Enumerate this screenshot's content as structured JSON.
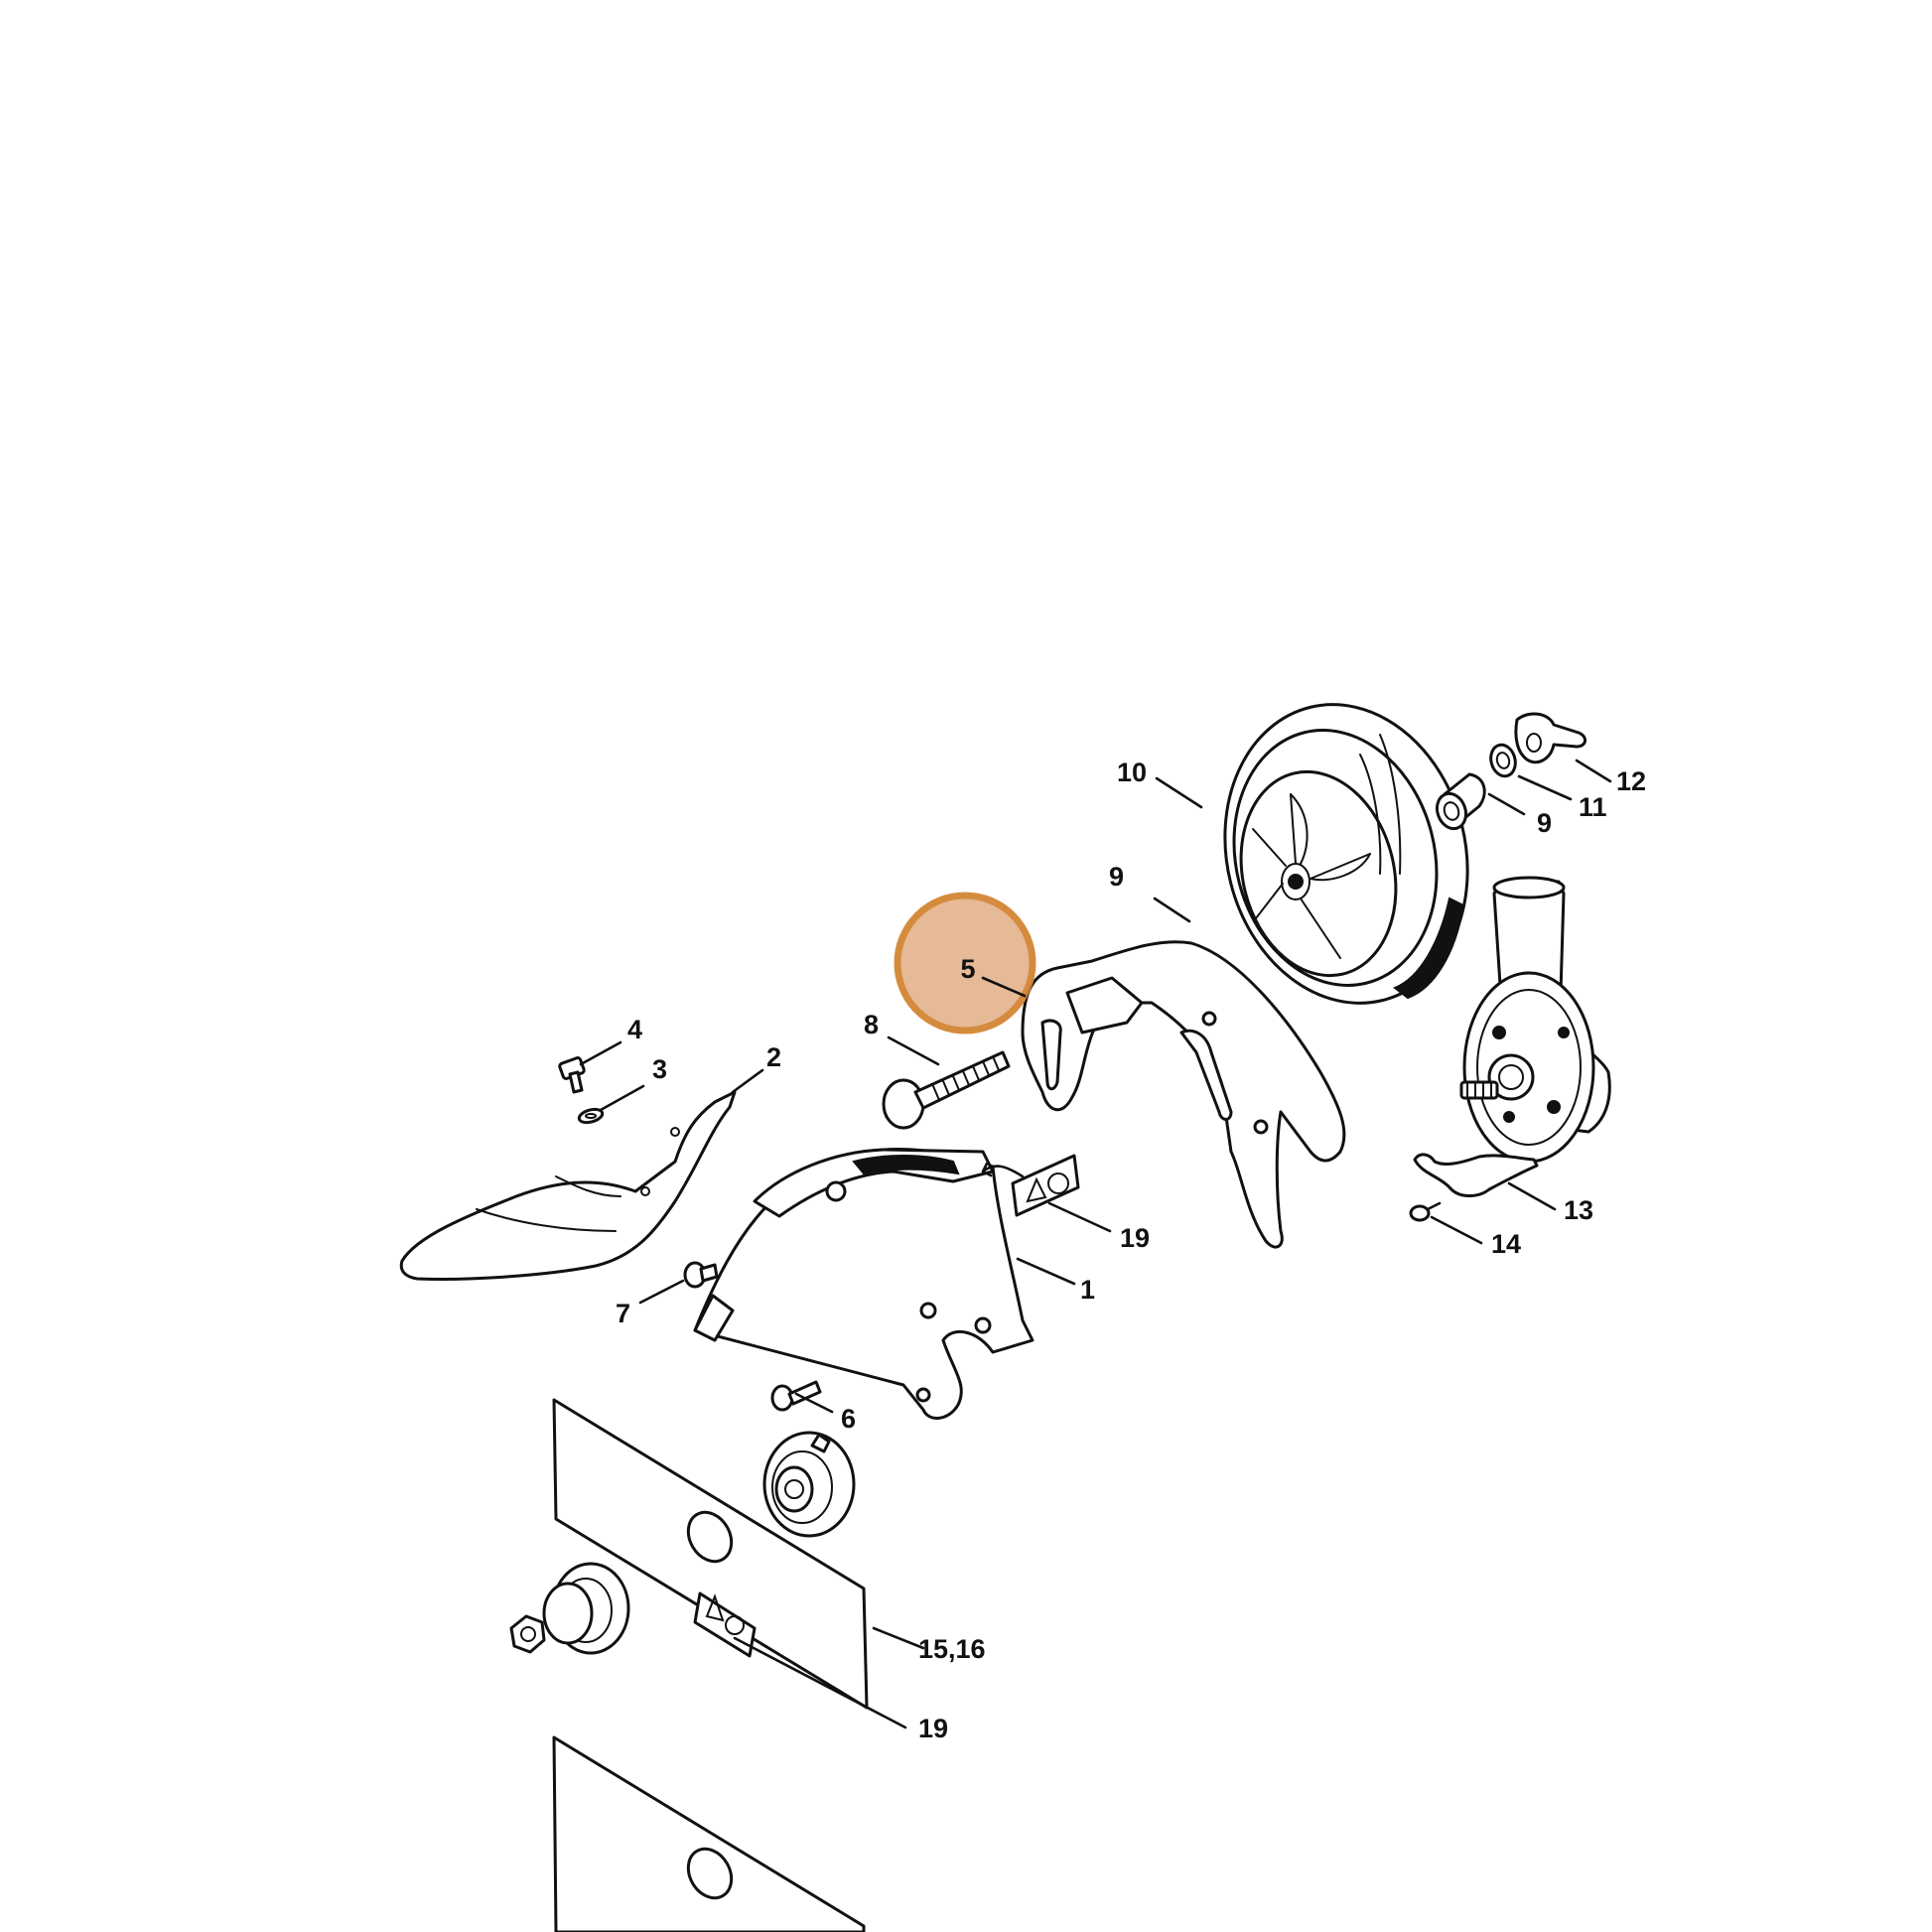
{
  "highlight": {
    "label": "5",
    "fill": "#e4b48f",
    "stroke": "#d2822e"
  },
  "labels": {
    "l1": "1",
    "l2": "2",
    "l3": "3",
    "l4": "4",
    "l6": "6",
    "l7": "7",
    "l8": "8",
    "l9a": "9",
    "l9b": "9",
    "l10": "10",
    "l11": "11",
    "l12": "12",
    "l13": "13",
    "l14": "14",
    "l15_16": "15,16",
    "l19a": "19",
    "l19b": "19"
  }
}
